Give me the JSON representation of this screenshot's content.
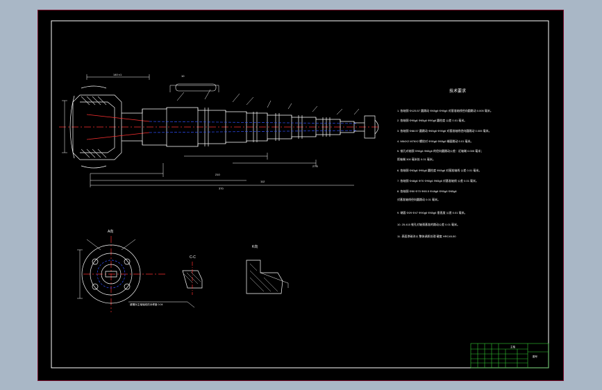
{
  "drawing": {
    "tech_requirements": {
      "title": "技术要求",
      "items": [
        "1. 各轴颈 Φ125.57 圆跳动 Φ65g6 Φ90g6 对基准轴线径向圆跳动 0.005 毫米。",
        "2. 各轴颈 Φ90g6 Φ65g6 Φ90g6 圆柱度 公差 0.01 毫米。",
        "3. 各轴颈 Φ88.57 圆跳动 Φ65g6 Φ90g6 对基准轴线径向圆跳动 0.005 毫米。",
        "4. M64X2 M76X2 螺纹对 Φ90g6 Φ65g6 端面跳动 0.01 毫米。",
        "5. 锥孔对轴颈 Φ90g6 Φ65g6 的径向圆跳动公差：近轴端 0.005 毫米；",
        "   距轴端 300 毫米处 0.01 毫米。",
        "6. 各轴颈 Φ63g6 Φ90g6 圆柱度 Φ65g6 对基准轴线 公差 0.01 毫米。",
        "7. 各轴颈 Φ48g6 Φ70 Φ90g6 Φ65g6 对基准轴线 公差 0.01 毫米。",
        "8. 各轴颈 Φ50 Φ70 Φ65.5 Φ48g6 Φ90g6 Φ65g6",
        "   对基准轴线径向圆跳动 0.01 毫米。",
        "9. 端面 Φ29 Φ47 Φ90g6 Φ65g6 垂直度 公差 0.01 毫米。",
        "10. 25.415 锥孔对轴颈基准的跳动公差 0.01 毫米。",
        "11. 表面渗碳淬火 整体调质处理 硬度 HRC45-50"
      ]
    },
    "views": {
      "a_view_label": "A向",
      "cc_section_label": "C-C",
      "k_detail_label": "K向",
      "a_view_note": "键槽对主轴轴线的对称度 0.04"
    },
    "title_block": {
      "title_cell": "主轴",
      "drawing_no": "图号"
    },
    "colors": {
      "background": "#a9b7c6",
      "canvas": "#000000",
      "frame": "#7a0a2a",
      "border": "#ffffff",
      "centerline": "#ff3030",
      "hidden_line": "#3050ff",
      "title_block": "#33cc33"
    }
  }
}
